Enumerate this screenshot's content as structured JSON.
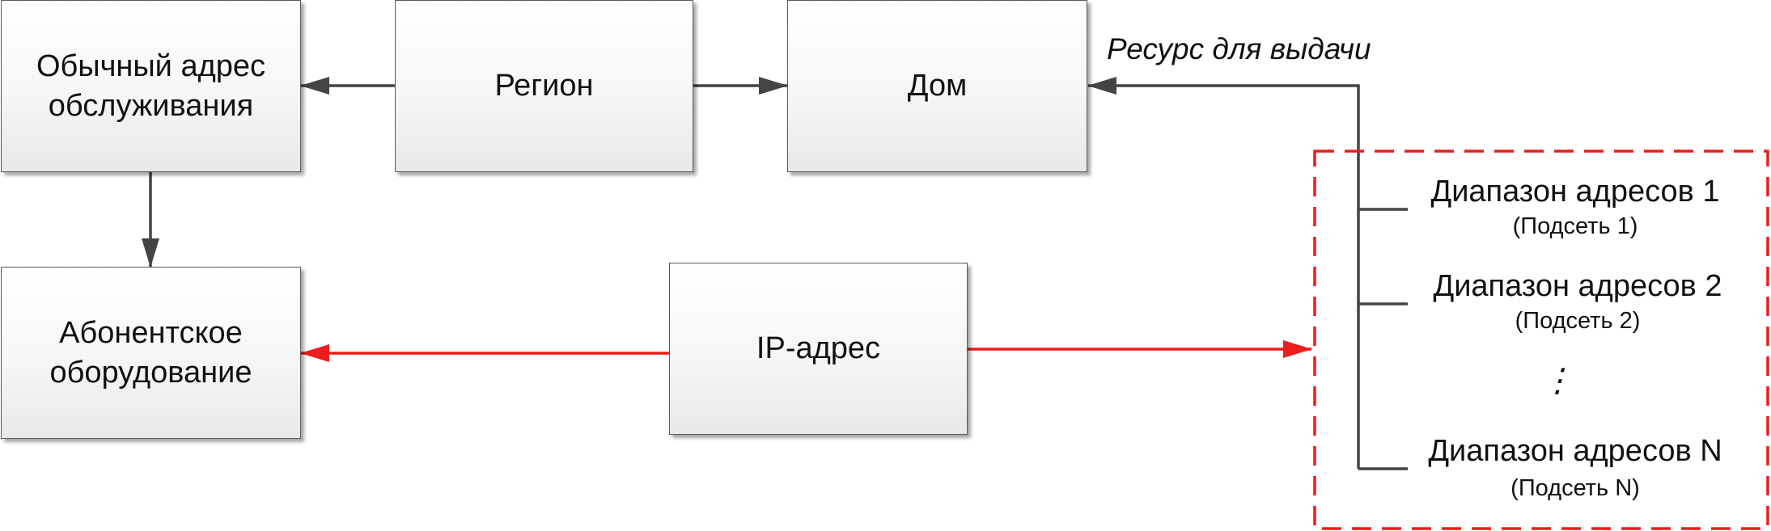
{
  "colors": {
    "connector": "#444444",
    "accent_red": "#ee1c1c",
    "box_border": "#5a5a5a"
  },
  "nodes": {
    "service_address": "Обычный адрес\nобслуживания",
    "region": "Регион",
    "house": "Дом",
    "subscriber_equipment": "Абонентское\nоборудование",
    "ip_address": "IP-адрес"
  },
  "resource_label": "Ресурс для выдачи",
  "ranges": [
    {
      "label": "Диапазон адресов 1",
      "subnet": "(Подсеть 1)"
    },
    {
      "label": "Диапазон адресов 2",
      "subnet": "(Подсеть 2)"
    },
    {
      "label": "Диапазон адресов N",
      "subnet": "(Подсеть N)"
    }
  ],
  "ellipsis": "⋮"
}
